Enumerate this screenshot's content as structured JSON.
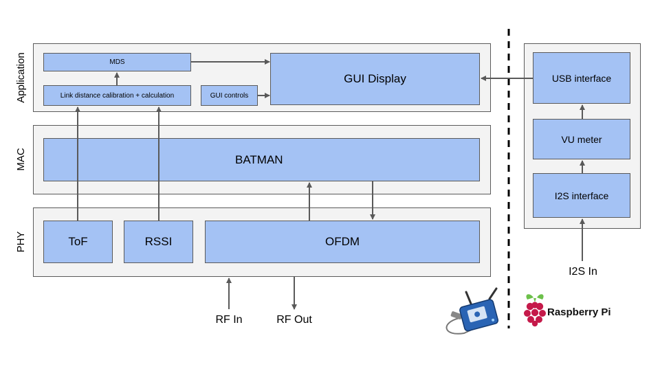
{
  "layers": {
    "application": "Application",
    "mac": "MAC",
    "phy": "PHY"
  },
  "blocks": {
    "mds": "MDS",
    "link_calc": "Link distance calibration + calculation",
    "gui_controls": "GUI controls",
    "gui_display": "GUI Display",
    "batman": "BATMAN",
    "tof": "ToF",
    "rssi": "RSSI",
    "ofdm": "OFDM",
    "usb_interface": "USB interface",
    "vu_meter": "VU meter",
    "i2s_interface": "I2S interface"
  },
  "external": {
    "rf_in": "RF In",
    "rf_out": "RF Out",
    "i2s_in": "I2S In"
  },
  "logos": {
    "raspberry_pi": "Raspberry Pi"
  },
  "colors": {
    "block_fill": "#a4c2f4",
    "layer_fill": "#f3f3f3",
    "border": "#595959",
    "arrow": "#595959",
    "raspberry": "#c51a4a",
    "leaf": "#6cc04a"
  }
}
